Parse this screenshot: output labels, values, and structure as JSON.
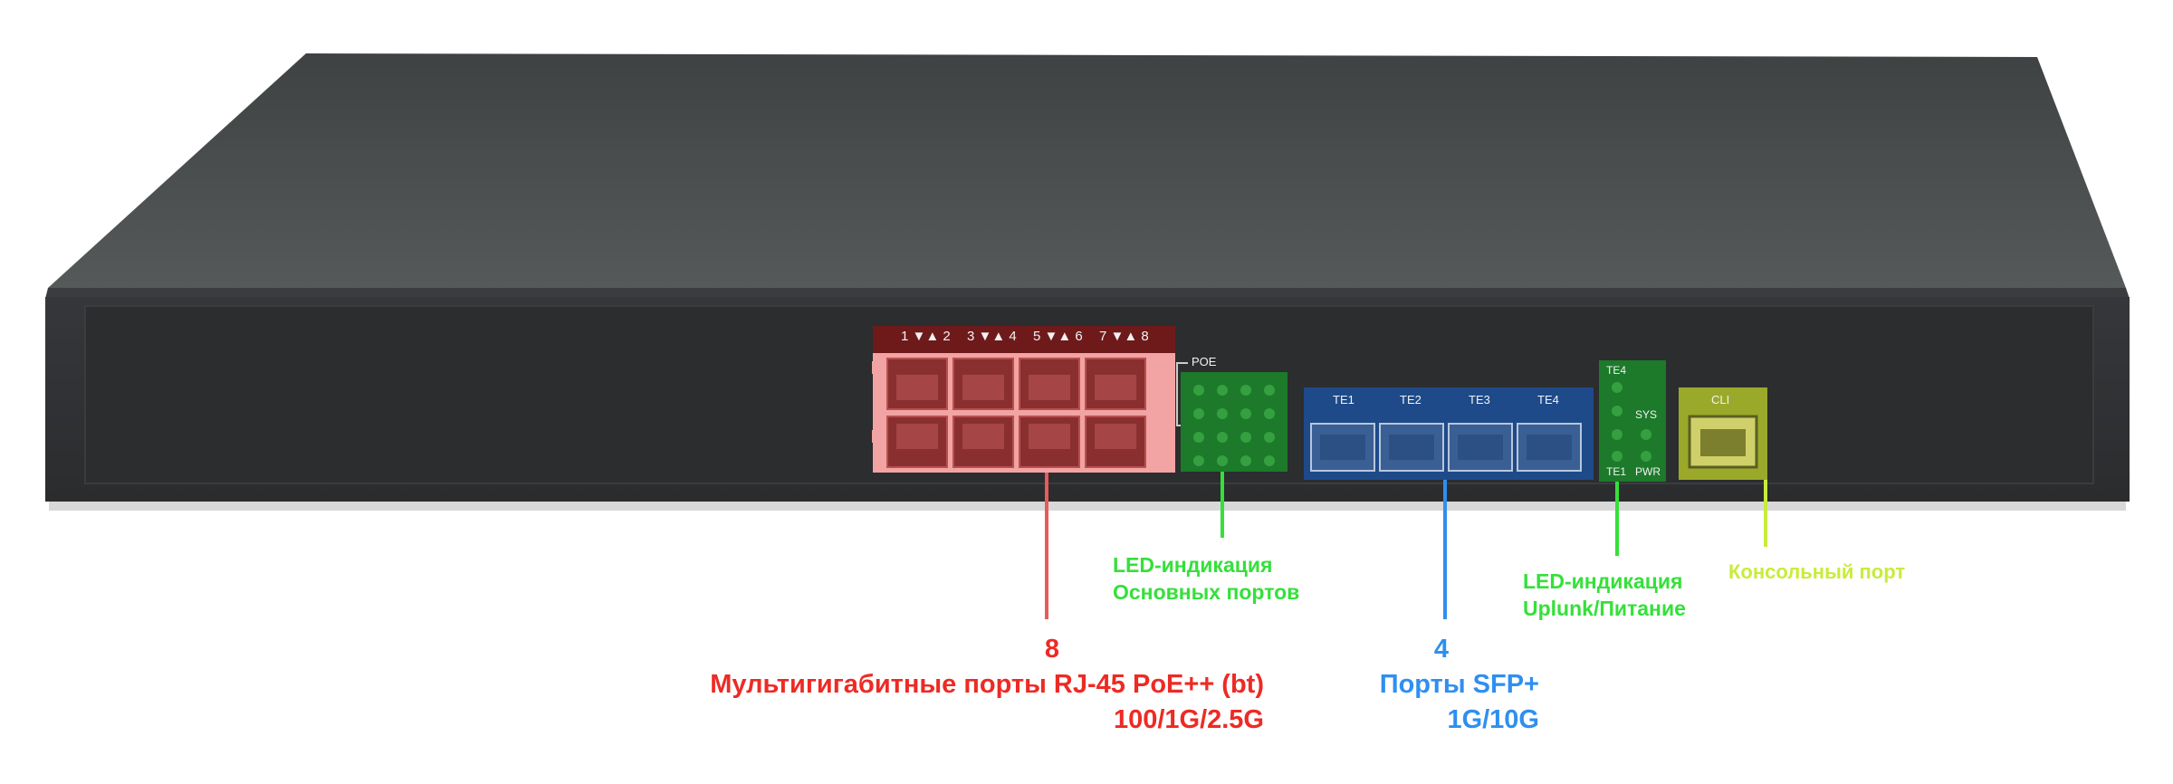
{
  "device": {
    "port_group_labels": [
      "1 ▼▲ 2",
      "3 ▼▲ 4",
      "5 ▼▲ 6",
      "7 ▼▲ 8"
    ],
    "poe_label": "POE",
    "sfp_labels": [
      "TE1",
      "TE2",
      "TE3",
      "TE4"
    ],
    "uplink_led_labels": {
      "top": "TE4",
      "sys": "SYS",
      "bottom": "TE1",
      "pwr": "PWR"
    },
    "console_label": "CLI"
  },
  "annotations": {
    "led_main": {
      "line1": "LED-индикация",
      "line2": "Основных портов",
      "color": "#35e03a"
    },
    "led_uplink": {
      "line1": "LED-индикация",
      "line2": "Uplunk/Питание",
      "color": "#35e03a"
    },
    "console": {
      "text": "Консольный порт",
      "color": "#c8ec3a"
    },
    "rj45": {
      "count": "8",
      "line1": "Мультигигабитные порты RJ-45 PoE++ (bt)",
      "line2": "100/1G/2.5G",
      "color": "#ee2a24"
    },
    "sfp": {
      "count": "4",
      "line1": "Порты SFP+",
      "line2": "1G/10G",
      "color": "#2f8ff0"
    }
  },
  "colors": {
    "chassis_top": "#4a4d4e",
    "front_panel": "#2d2f31",
    "rj45_highlight": "#f2a3a3",
    "led_highlight": "#1c7a2a",
    "sfp_highlight": "#1e4a8a",
    "console_highlight": "#9ba92a"
  }
}
